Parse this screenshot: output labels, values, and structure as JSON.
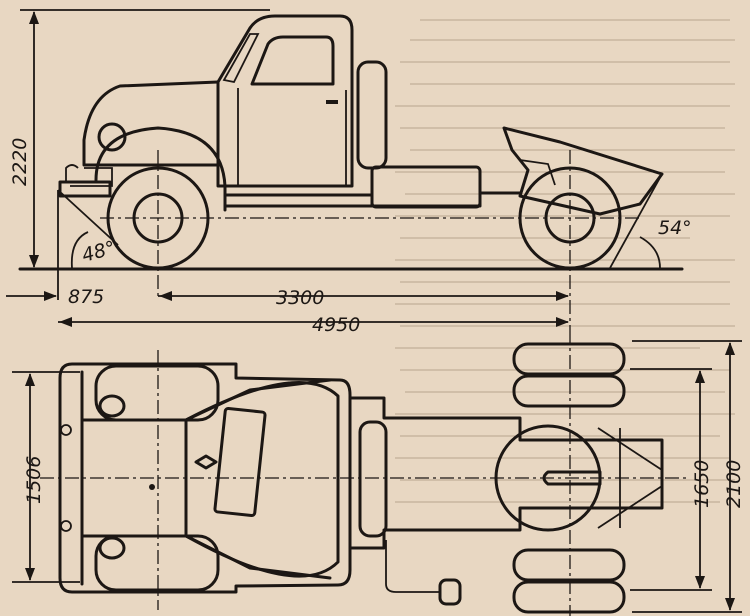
{
  "side_view": {
    "height": "2220",
    "front_overhang": "875",
    "wheelbase": "3300",
    "overall_length": "4950",
    "approach_angle": "48°",
    "departure_angle": "54°"
  },
  "top_view": {
    "front_track": "1506",
    "rear_track": "1650",
    "overall_width": "2100"
  },
  "colors": {
    "paper": "#e8d7c2",
    "ink": "#1c1714"
  }
}
